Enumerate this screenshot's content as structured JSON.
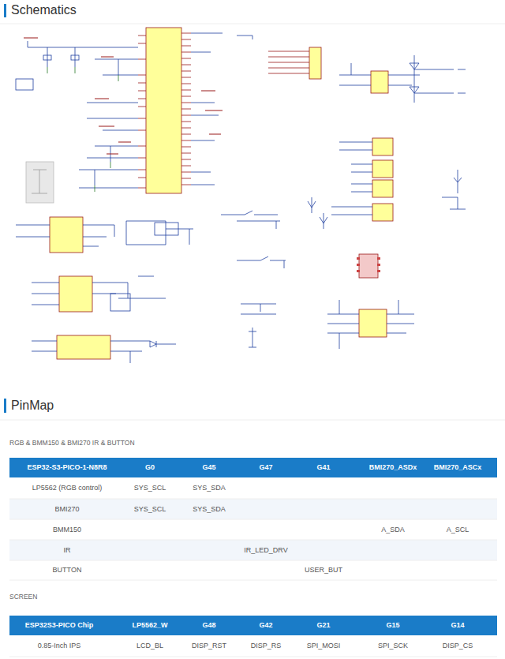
{
  "diagram": {
    "labels": [
      "Schematics",
      "PinMap",
      "RGB & BMM150 & BMI270 IR & BUTTON",
      "ESP32-S3-PICO-1-N8R8",
      "G0",
      "G45",
      "G47",
      "G41",
      "BMI270_ASDx",
      "BMI270_ASCx",
      "LP5562 (RGB control)",
      "SYS_SCL",
      "SYS_SDA",
      "BMI270",
      "SYS_SCL",
      "SYS_SDA",
      "BMM150",
      "A_SDA",
      "A_SCL",
      "IR",
      "IR_LED_DRV",
      "BUTTON",
      "USER_BUT",
      "SCREEN",
      "ESP32S3-PICO Chip",
      "LP5562_W",
      "G48",
      "G42",
      "G21",
      "G15",
      "G14",
      "0.85-Inch IPS",
      "LCD_BL",
      "DISP_RST",
      "DISP_RS",
      "SPI_MOSI",
      "SPI_SCK",
      "DISP_CS"
    ]
  }
}
